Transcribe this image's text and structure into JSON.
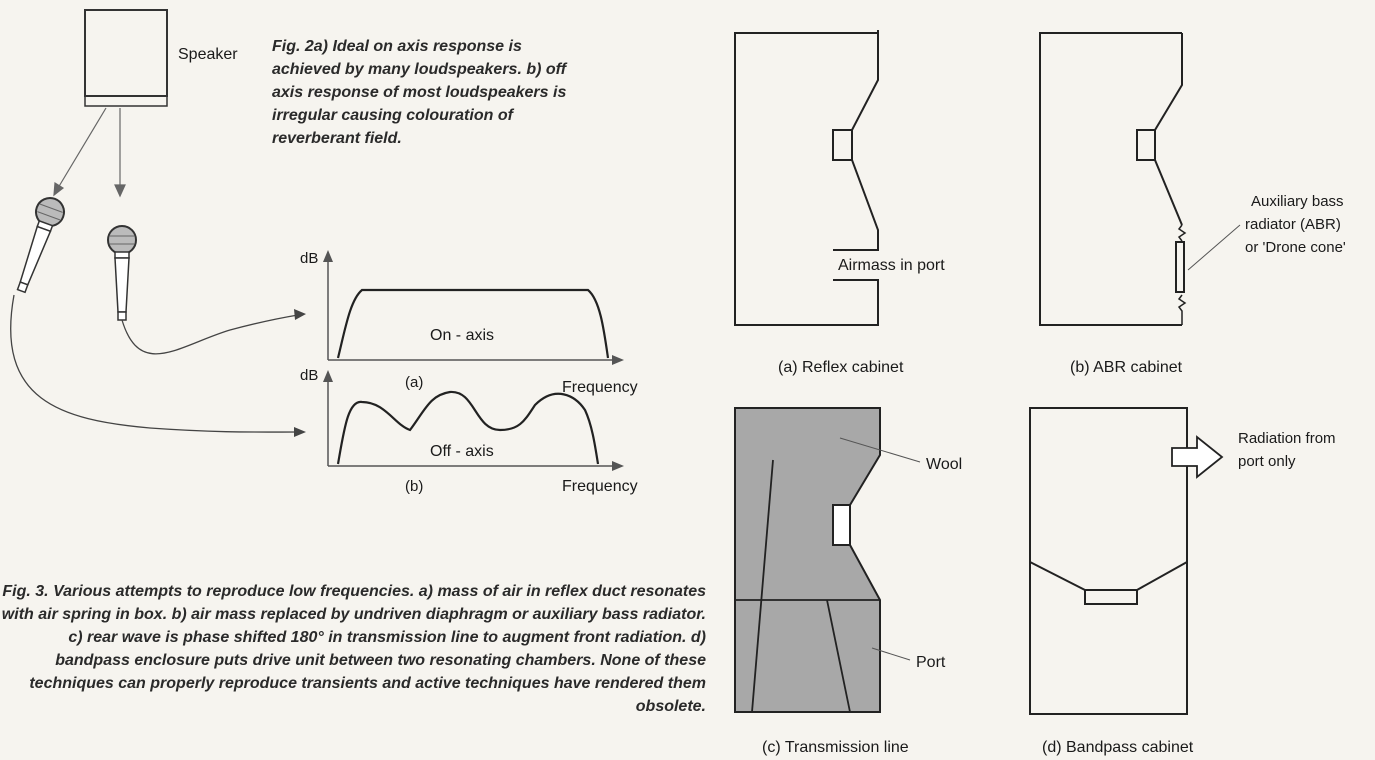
{
  "fig2": {
    "speaker_label": "Speaker",
    "caption": "Fig. 2a) Ideal on axis response is achieved by many loudspeakers. b) off axis response of most loudspeakers is irregular causing colouration of reverberant field.",
    "plot_a": {
      "y_label": "dB",
      "curve_label": "On - axis",
      "panel": "(a)",
      "x_label": "Frequency"
    },
    "plot_b": {
      "y_label": "dB",
      "curve_label": "Off - axis",
      "panel": "(b)",
      "x_label": "Frequency"
    }
  },
  "fig3": {
    "caption": "Fig. 3. Various attempts to reproduce low frequencies. a) mass of air in reflex duct resonates with air spring in box. b) air mass replaced by undriven diaphragm or auxiliary bass radiator. c) rear wave is phase shifted 180° in transmission line to augment front radiation. d) bandpass enclosure puts drive unit between two resonating chambers. None of these techniques can properly reproduce transients and active techniques have rendered them obsolete.",
    "cabinets": {
      "a": {
        "title": "(a) Reflex cabinet",
        "label": "Airmass in port"
      },
      "b": {
        "title": "(b) ABR cabinet",
        "label_lines": [
          "Auxiliary bass",
          "radiator (ABR)",
          "or 'Drone cone'"
        ]
      },
      "c": {
        "title": "(c) Transmission line",
        "wool_label": "Wool",
        "port_label": "Port"
      },
      "d": {
        "title": "(d) Bandpass cabinet",
        "label_lines": [
          "Radiation from",
          "port only"
        ]
      }
    }
  }
}
